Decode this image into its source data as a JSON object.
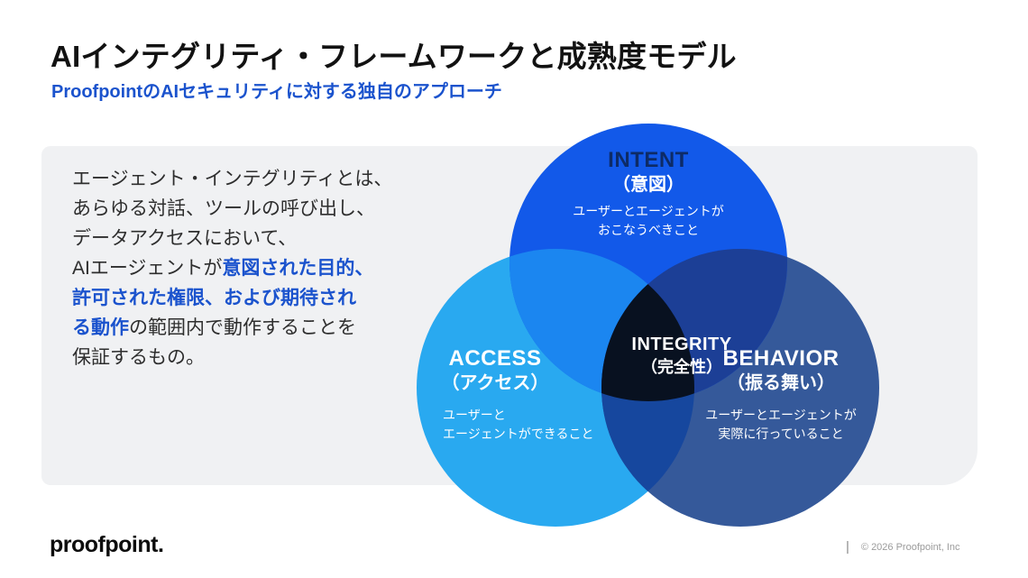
{
  "header": {
    "title": "AIインテグリティ・フレームワークと成熟度モデル",
    "subtitle": "ProofpointのAIセキュリティに対する独自のアプローチ"
  },
  "panel": {
    "line1": "エージェント・インテグリティとは、",
    "line2": "あらゆる対話、ツールの呼び出し、",
    "line3": "データアクセスにおいて、",
    "line4_plain": "AIエージェントが",
    "line4_em": "意図された目的、",
    "line5_em": "許可された権限、および期待され",
    "line6_em": "る動作",
    "line6_plain": "の範囲内で動作することを",
    "line7": "保証するもの。"
  },
  "venn": {
    "colors": {
      "intent": "#1259e9",
      "access": "#29a9f0",
      "behavior": "#35599a",
      "intent_access": "#1b86f0",
      "intent_behavior": "#1c3f96",
      "access_behavior": "#16479e",
      "core": "#081120",
      "intent_title_text": "#0d2b66"
    },
    "intent": {
      "name": "INTENT",
      "jp": "（意図）",
      "desc_lines": [
        "ユーザーとエージェントが",
        "おこなうべきこと"
      ]
    },
    "access": {
      "name": "ACCESS",
      "jp": "（アクセス）",
      "desc_lines": [
        "ユーザーと",
        "エージェントができること"
      ]
    },
    "behavior": {
      "name": "BEHAVIOR",
      "jp": "（振る舞い）",
      "desc_lines": [
        "ユーザーとエージェントが",
        "実際に行っていること"
      ]
    },
    "integrity": {
      "name": "INTEGRITY",
      "jp": "（完全性）"
    }
  },
  "footer": {
    "logo": "proofpoint",
    "logo_dot": ".",
    "divider": "|",
    "copyright": "© 2026 Proofpoint, Inc"
  }
}
